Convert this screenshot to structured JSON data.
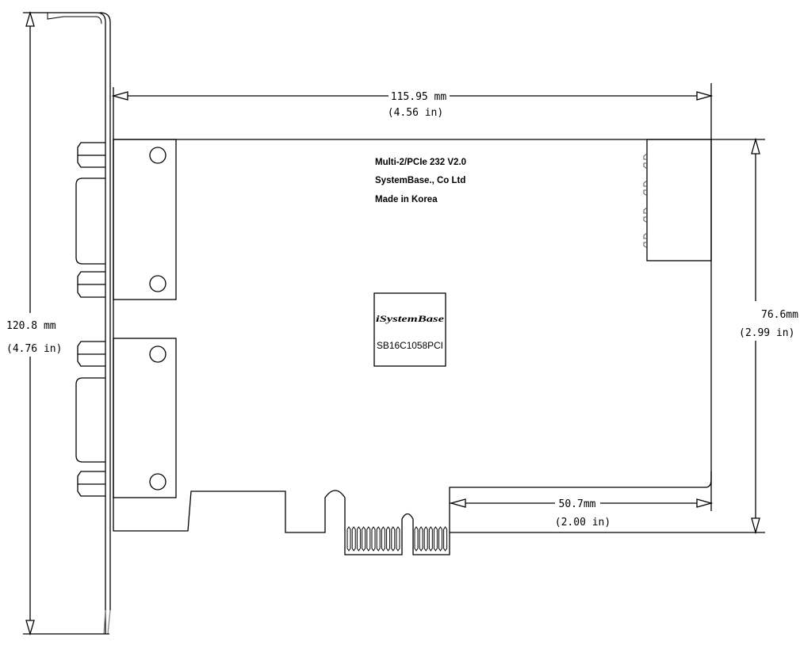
{
  "board_labels": {
    "model": "Multi-2/PCIe 232 V2.0",
    "company": "SystemBase., Co Ltd",
    "origin": "Made in Korea"
  },
  "chip": {
    "logo": "iSystemBase",
    "part": "SB16C1058PCI"
  },
  "dimensions": {
    "length_mm": "115.95 mm",
    "length_in": "(4.56 in)",
    "bracket_height_mm": "120.8 mm",
    "bracket_height_in": "(4.76 in)",
    "board_height_mm": "76.6mm",
    "board_height_in": "(2.99 in)",
    "edge_offset_mm": "50.7mm",
    "edge_offset_in": "(2.00 in)"
  }
}
